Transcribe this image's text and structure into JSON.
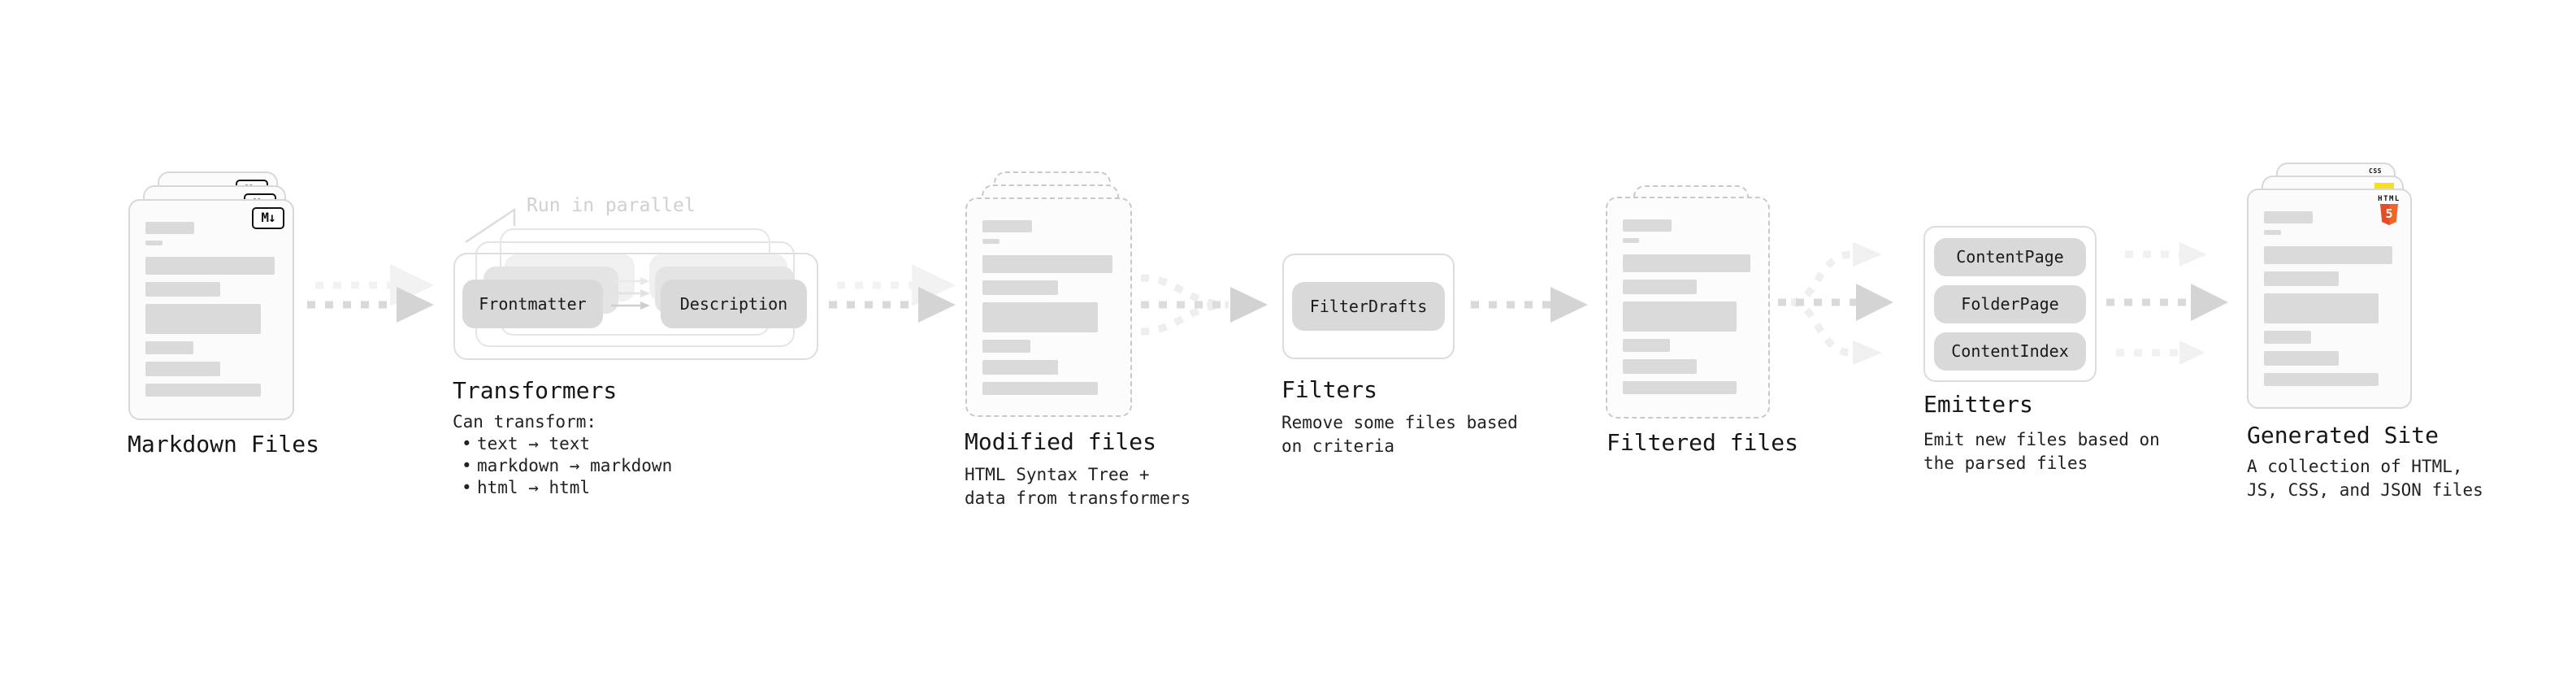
{
  "diagram": {
    "markdown_files": {
      "title": "Markdown Files",
      "badge": "M↓"
    },
    "transformers": {
      "title": "Transformers",
      "note": "Run in parallel",
      "pill_left": "Frontmatter",
      "pill_right": "Description",
      "desc_heading": "Can transform:",
      "bullets": [
        "text → text",
        "markdown → markdown",
        "html → html"
      ]
    },
    "modified_files": {
      "title": "Modified files",
      "subtitle": "HTML Syntax Tree +\ndata from transformers"
    },
    "filters": {
      "title": "Filters",
      "pill": "FilterDrafts",
      "subtitle": "Remove some files based\non criteria"
    },
    "filtered_files": {
      "title": "Filtered files"
    },
    "emitters": {
      "title": "Emitters",
      "pills": [
        "ContentPage",
        "FolderPage",
        "ContentIndex"
      ],
      "subtitle": "Emit new files based on\nthe parsed files"
    },
    "generated_site": {
      "title": "Generated Site",
      "subtitle": "A collection of HTML,\nJS, CSS, and JSON files",
      "badges": {
        "css": "CSS",
        "html_label": "HTML",
        "html_number": "5"
      }
    },
    "colors": {
      "pill_bg": "#d9d9d9",
      "arrow_dark": "#d4d4d4",
      "arrow_light": "#f0f0f0",
      "doc_border": "#d8d8d8",
      "bar_fill": "#dadada",
      "note_gray": "#d0d0d0",
      "js_yellow": "#f7df1e",
      "css_blue": "#2965f1",
      "html_orange": "#e44d26",
      "html_orange_light": "#f16529"
    }
  }
}
